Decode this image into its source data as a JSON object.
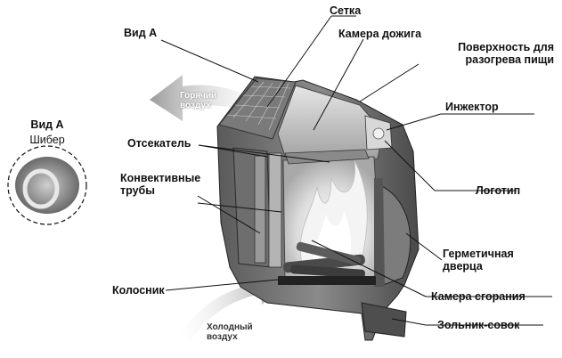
{
  "labels": {
    "view_a": "Вид А",
    "view_a_detail_title": "Вид А",
    "damper": "Шибер",
    "mesh": "Сетка",
    "afterburn_chamber": "Камера дожига",
    "cooking_surface": "Поверхность для разогрева пищи",
    "injector": "Инжектор",
    "deflector": "Отсекатель",
    "convective_tubes": "Конвективные трубы",
    "logo": "Логотип",
    "sealed_door": "Герметичная дверца",
    "grate": "Колосник",
    "combustion_chamber": "Камера сгорания",
    "ash_pan": "Зольник-совок",
    "hot_air": "Горячий воздух",
    "cold_air": "Холодный воздух"
  }
}
